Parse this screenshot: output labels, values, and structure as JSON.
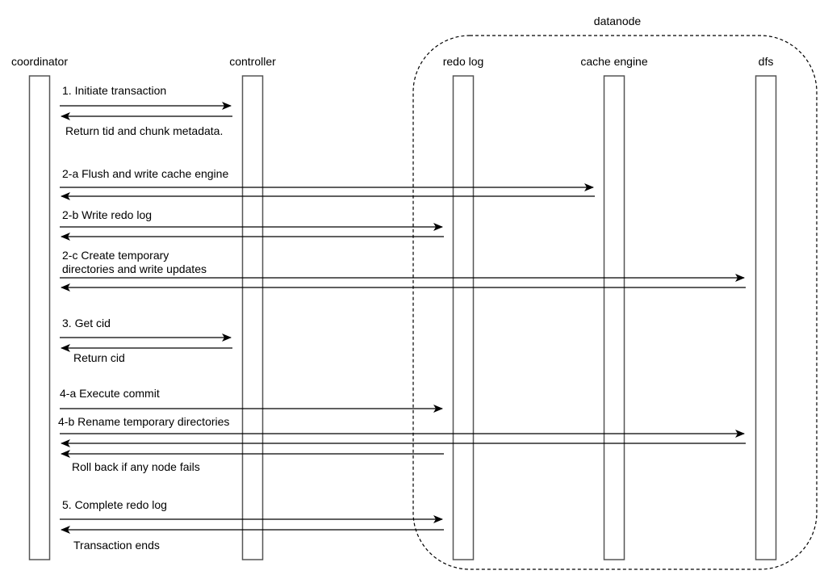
{
  "group": {
    "label": "datanode",
    "style": "dashed-rounded"
  },
  "participants": [
    {
      "id": "coordinator",
      "label": "coordinator"
    },
    {
      "id": "controller",
      "label": "controller"
    },
    {
      "id": "redo_log",
      "label": "redo log"
    },
    {
      "id": "cache_engine",
      "label": "cache engine"
    },
    {
      "id": "dfs",
      "label": "dfs"
    }
  ],
  "group_members": [
    "redo_log",
    "cache_engine",
    "dfs"
  ],
  "messages": [
    {
      "from": "coordinator",
      "to": "controller",
      "label": "1. Initiate transaction"
    },
    {
      "from": "controller",
      "to": "coordinator",
      "label": "Return tid and chunk metadata."
    },
    {
      "from": "coordinator",
      "to": "cache_engine",
      "label": "2-a Flush and write cache engine"
    },
    {
      "from": "cache_engine",
      "to": "coordinator",
      "label": ""
    },
    {
      "from": "coordinator",
      "to": "redo_log",
      "label": "2-b Write redo log"
    },
    {
      "from": "redo_log",
      "to": "coordinator",
      "label": ""
    },
    {
      "from": "coordinator",
      "to": "dfs",
      "label": "2-c Create temporary\ndirectories and write updates"
    },
    {
      "from": "dfs",
      "to": "coordinator",
      "label": ""
    },
    {
      "from": "coordinator",
      "to": "controller",
      "label": "3. Get cid"
    },
    {
      "from": "controller",
      "to": "coordinator",
      "label": "Return cid"
    },
    {
      "from": "coordinator",
      "to": "redo_log",
      "label": "4-a Execute commit"
    },
    {
      "from": "coordinator",
      "to": "dfs",
      "label": "4-b Rename temporary directories"
    },
    {
      "from": "dfs",
      "to": "coordinator",
      "label": ""
    },
    {
      "from": "redo_log",
      "to": "coordinator",
      "label": "Roll back if any node fails"
    },
    {
      "from": "coordinator",
      "to": "redo_log",
      "label": "5. Complete redo log"
    },
    {
      "from": "redo_log",
      "to": "coordinator",
      "label": "Transaction ends"
    }
  ],
  "colors": {
    "line": "#000000",
    "lifeline_border": "#555555",
    "group_border": "#000000",
    "background": "#ffffff"
  }
}
